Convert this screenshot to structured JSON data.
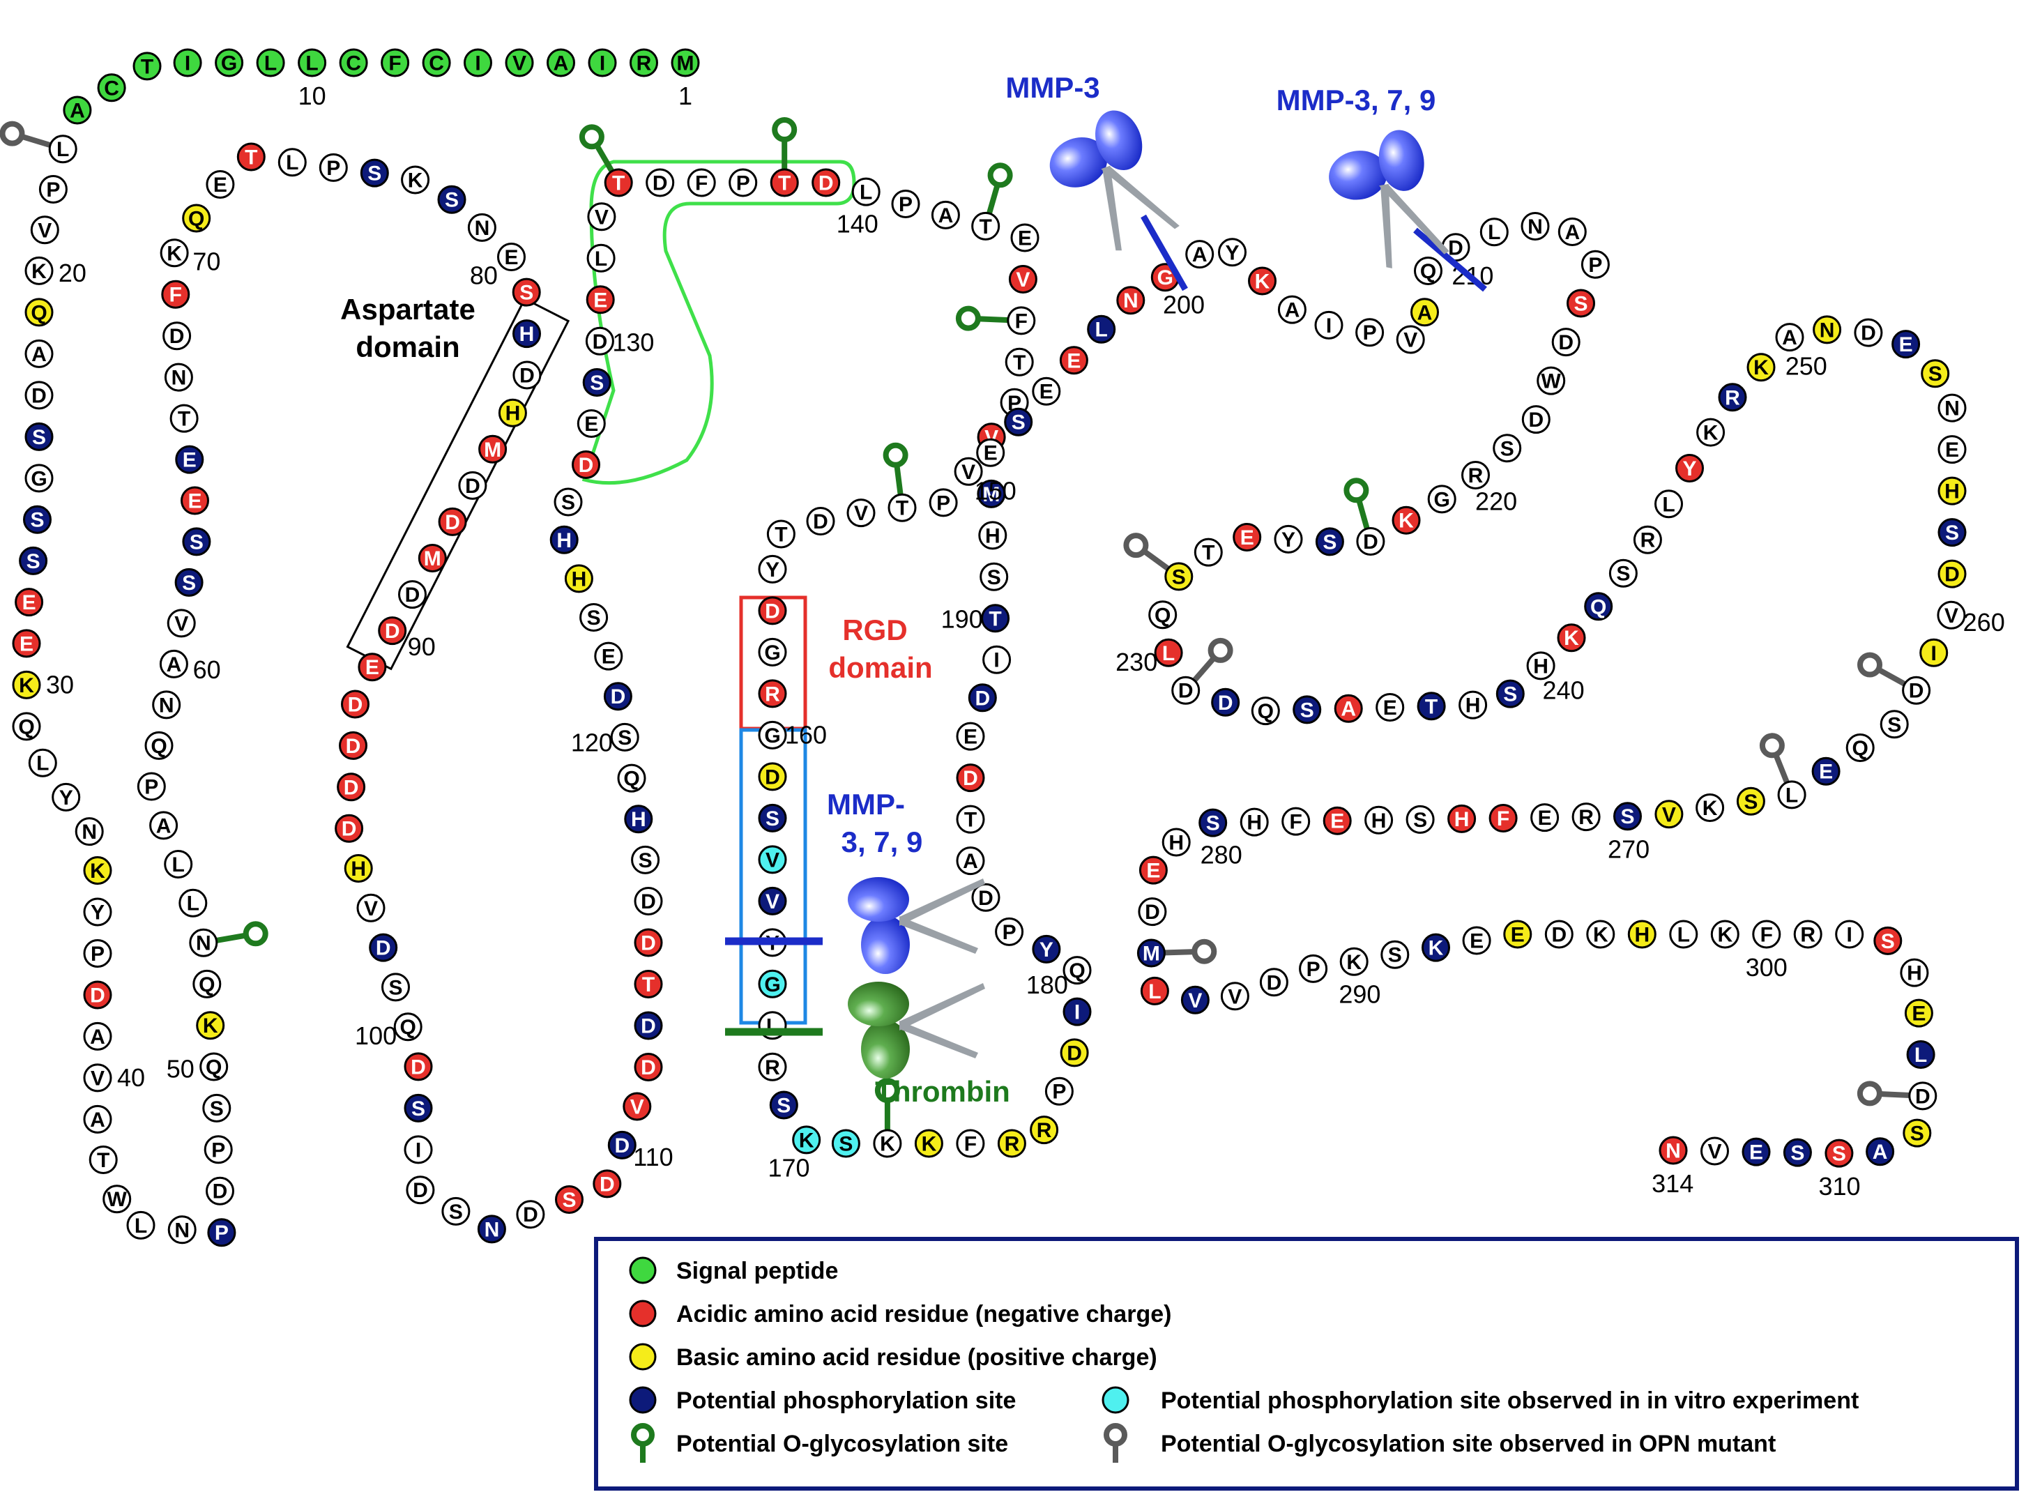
{
  "colors": {
    "signal": "#3fd83f",
    "acidic": "#e5302b",
    "basic": "#f5ec1a",
    "phos": "#0d1a7a",
    "phos_vitro": "#4ff0ef",
    "plain": "#ffffff",
    "glyco": "#1e7a1e",
    "glyco_mutant": "#5a5a5a",
    "mmp": "#1b2cc8",
    "thrombin": "#1e7a1e",
    "rgd": "#e5302b",
    "legend_border": "#0d1a7a"
  },
  "sequence": "MRIAVICFCLLGITCALPVKQADSGSSEEKQLYNKYPDAVATWLNPDPSQKQNLLAPQNAVSSEETNDFKQETLPSKSNESHDHMDDMDDEDDDDHVDSQDSIDSNDSDDVDDTDDSHQSDESHHSDESDELVTDFPTDLPATEVFTPVVPTVDTYDGRGDSVVYGLRSKSKKFRRPDIQYPDATDEDITSHMESEELNGAYKAIPVAQDLNAPSDWDSRGKDSYETSQLDDQSAETHSHKQSRLYKRKANDESNEHSDVIDSQELSKVSREFHSHEFHSHEDMLVVDPKSKEEDKHLKFRISHELDSASSEVN",
  "residue_classes": "SSSSSSSSSSSSSSSSPPPPBPPAPPPAABPPPPBPPAPPPPPPPAPPPPBPPPPPPPPPPPPAAPPPAPBPAPPPPBPPAPPBAPAAPAAAAAABPAPPAPPPPAPAAPAAPAAPPBPPAPPBBPAPAPAPPAPPPAAPPPPPAPPPAPPPPPPPAPAPBPAPPPPPPBPPBPBBPBBPAPPPPAPAPAPPPPBPAPAAPPAPPPPBPPPPPPAPPPPPPAPPPAPBPAPPPPAPPPPPAAPPPAPPBPBPPBPPBPBPBPPPPPBPBBPPAAPPAPPPPAPPAPPPPPPAPBPPBPPPPPAPBPPBPAPBPAPPAAPPPPPBPBAAABBPBPBBPPPBAPAPPAPPPAPP",
  "phos_sites": [
    24,
    26,
    27,
    46,
    62,
    63,
    65,
    76,
    78,
    82,
    98,
    102,
    106,
    110,
    113,
    118,
    121,
    125,
    129,
    162,
    164,
    169,
    179,
    181,
    188,
    190,
    193,
    195,
    198,
    224,
    232,
    234,
    237,
    239,
    242,
    248,
    253,
    258,
    265,
    270,
    280,
    284,
    286,
    292,
    306,
    309,
    311,
    312
  ],
  "phos_vitro_sites": [
    163,
    166,
    170,
    171
  ],
  "glyco_sites": [
    53,
    134,
    138,
    143,
    146,
    152,
    172,
    223
  ],
  "glyco_mutant_sites": [
    17,
    228,
    231,
    262,
    266,
    284,
    307
  ],
  "position_labels": [
    "1",
    "10",
    "20",
    "30",
    "40",
    "50",
    "60",
    "70",
    "80",
    "90",
    "100",
    "110",
    "120",
    "130",
    "140",
    "150",
    "160",
    "170",
    "180",
    "190",
    "200",
    "210",
    "220",
    "230",
    "240",
    "250",
    "260",
    "270",
    "280",
    "290",
    "300",
    "310",
    "314"
  ],
  "domains": {
    "aspartate": [
      "Aspartate",
      "domain"
    ],
    "rgd": [
      "RGD",
      "domain"
    ]
  },
  "cleavage_labels": {
    "mmp3": "MMP-3",
    "mmp379_top": "MMP-3, 7, 9",
    "mmp379_mid": [
      "MMP-",
      "3, 7, 9"
    ],
    "thrombin": "Thrombin"
  },
  "legend": {
    "signal": "Signal peptide",
    "acidic": "Acidic amino acid residue (negative charge)",
    "basic": "Basic amino acid residue (positive charge)",
    "phos": "Potential phosphorylation site",
    "phos_vitro": "Potential phosphorylation site observed in in vitro experiment",
    "glyco": "Potential O-glycosylation site",
    "glyco_mutant": "Potential O-glycosylation site observed in OPN mutant"
  }
}
